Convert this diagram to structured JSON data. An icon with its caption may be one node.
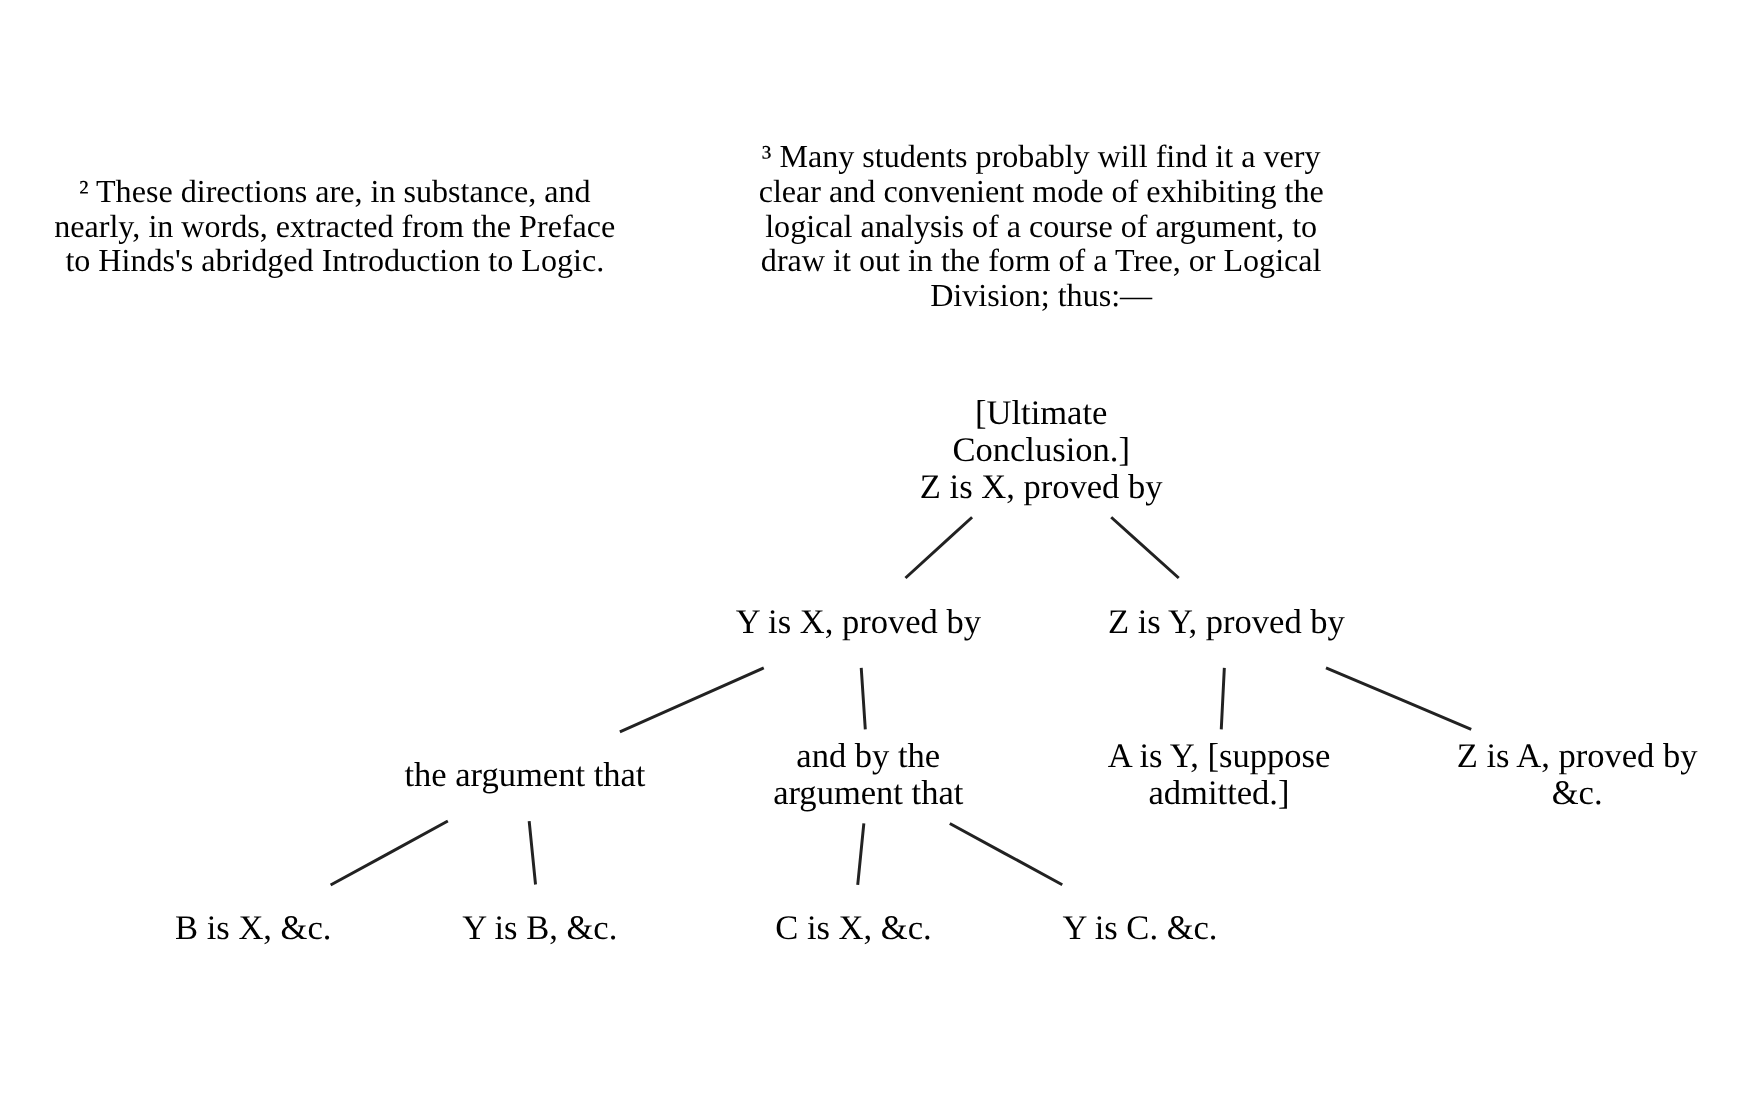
{
  "diagram": {
    "nodes": [
      {
        "text": [
          "[Ultimate Conclusion.]",
          "Z is X, proved by"
        ]
      },
      {
        "text": [
          "Y is X, proved by"
        ]
      },
      {
        "text": [
          "Z is Y, proved by"
        ]
      },
      {
        "text": [
          "A is Y, [suppose admitted.]"
        ]
      },
      {
        "text": [
          "Z is A, proved by &c."
        ]
      },
      {
        "text": [
          "the argument that"
        ]
      },
      {
        "text": [
          "and by the argument that"
        ]
      },
      {
        "text": [
          "B is X, &c."
        ]
      },
      {
        "text": [
          "Y is B, &c."
        ]
      },
      {
        "text": [
          "C is X, &c."
        ]
      },
      {
        "text": [
          "Y is C. &c."
        ]
      }
    ],
    "edges": [
      {
        "from": 0,
        "to": 1,
        "arrow": "none"
      },
      {
        "from": 0,
        "to": 2,
        "arrow": "none"
      },
      {
        "from": 1,
        "to": 5,
        "arrow": "none"
      },
      {
        "from": 1,
        "to": 6,
        "arrow": "none"
      },
      {
        "from": 2,
        "to": 3,
        "arrow": "none"
      },
      {
        "from": 2,
        "to": 4,
        "arrow": "none"
      },
      {
        "from": 5,
        "to": 7,
        "arrow": "none"
      },
      {
        "from": 5,
        "to": 8,
        "arrow": "none"
      },
      {
        "from": 6,
        "to": 9,
        "arrow": "none"
      },
      {
        "from": 6,
        "to": 10,
        "arrow": "none"
      }
    ],
    "labels": [
      "² These directions are, in substance, and nearly, in words, extracted from the Preface to Hinds's abridged Introduction to Logic.",
      "³ Many students probably will find it a very clear and convenient mode of exhibiting the logical analysis of a course of argument, to draw it out in the form of a Tree, or Logical Division; thus:—"
    ]
  }
}
